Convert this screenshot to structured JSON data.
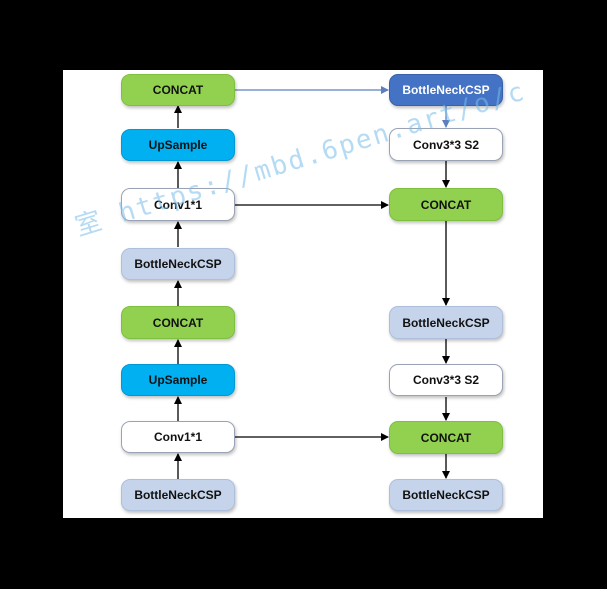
{
  "nodes": {
    "l_concat_top": {
      "label": "CONCAT",
      "color": "#92d050"
    },
    "l_upsample_top": {
      "label": "UpSample",
      "color": "#00b0f0"
    },
    "l_conv_top": {
      "label": "Conv1*1",
      "color": "#ffffff"
    },
    "l_bottleneck_mid": {
      "label": "BottleNeckCSP",
      "color": "#c5d4ea"
    },
    "l_concat_mid": {
      "label": "CONCAT",
      "color": "#92d050"
    },
    "l_upsample_bot": {
      "label": "UpSample",
      "color": "#00b0f0"
    },
    "l_conv_bot": {
      "label": "Conv1*1",
      "color": "#ffffff"
    },
    "l_bottleneck_bot": {
      "label": "BottleNeckCSP",
      "color": "#c5d4ea"
    },
    "r_bottleneck_top": {
      "label": "BottleNeckCSP",
      "color": "#4472c4"
    },
    "r_conv_top": {
      "label": "Conv3*3  S2",
      "color": "#ffffff"
    },
    "r_concat_top": {
      "label": "CONCAT",
      "color": "#92d050"
    },
    "r_bottleneck_mid": {
      "label": "BottleNeckCSP",
      "color": "#c5d4ea"
    },
    "r_conv_bot": {
      "label": "Conv3*3  S2",
      "color": "#ffffff"
    },
    "r_concat_bot": {
      "label": "CONCAT",
      "color": "#92d050"
    },
    "r_bottleneck_bot": {
      "label": "BottleNeckCSP",
      "color": "#c5d4ea"
    }
  },
  "watermark": "室 https://mbd.6pen.art/o/c"
}
